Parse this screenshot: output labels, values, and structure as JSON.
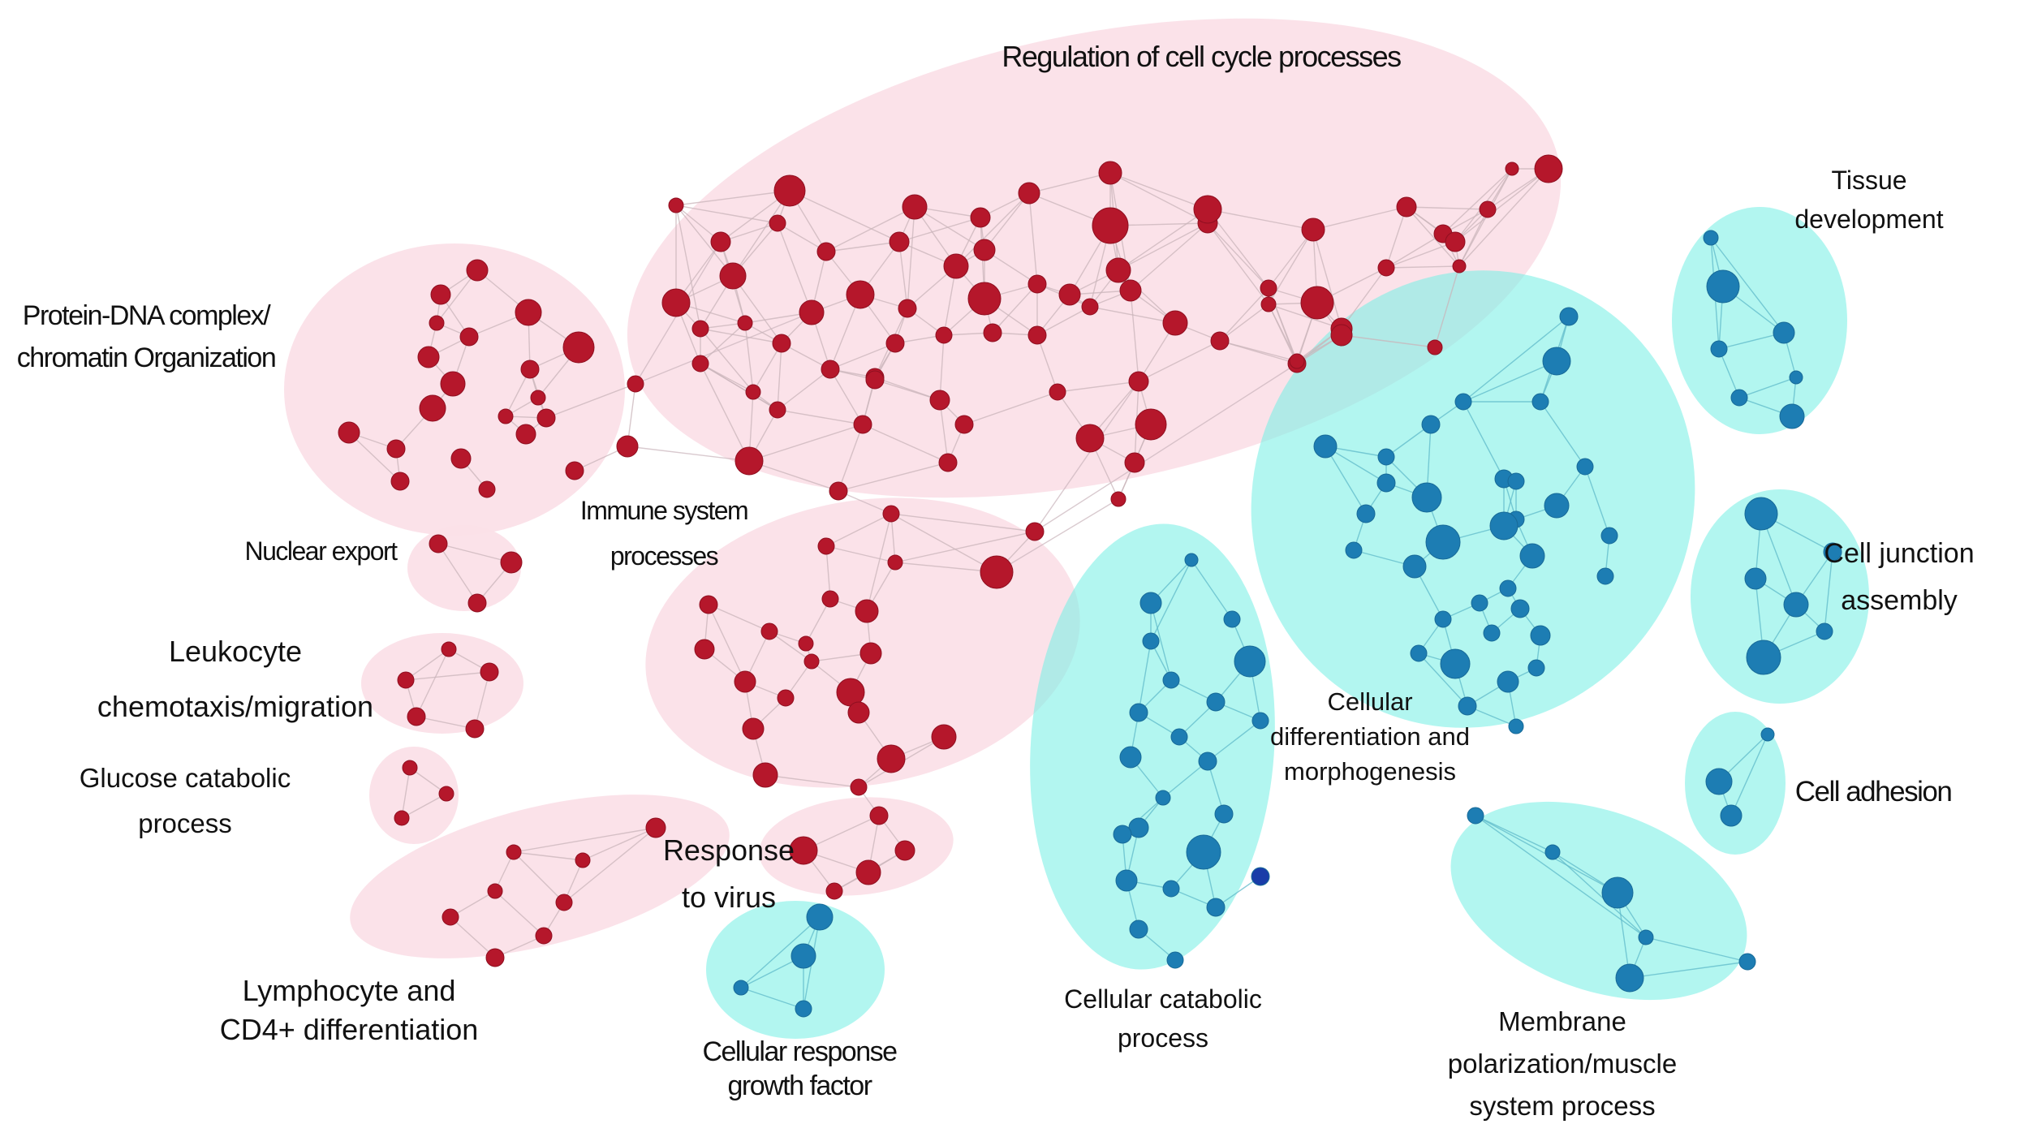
{
  "colors": {
    "pink_cluster_fill": "#fbe0e8",
    "cyan_cluster_fill": "#7ff0e6",
    "red_node": "#b5172b",
    "blue_node": "#1d7db3",
    "dark_blue_node": "#1a3ca8",
    "edge": "#c9b4ba"
  },
  "clusters": [
    {
      "id": "cell-cycle",
      "label_lines": [
        "Regulation of cell cycle processes"
      ],
      "group": "red"
    },
    {
      "id": "protein-dna",
      "label_lines": [
        "Protein-DNA complex/",
        "chromatin Organization"
      ],
      "group": "red"
    },
    {
      "id": "immune",
      "label_lines": [
        "Immune system",
        "processes"
      ],
      "group": "red"
    },
    {
      "id": "nuclear-export",
      "label_lines": [
        "Nuclear export"
      ],
      "group": "red"
    },
    {
      "id": "leukocyte",
      "label_lines": [
        "Leukocyte",
        "chemotaxis/migration"
      ],
      "group": "red"
    },
    {
      "id": "glucose",
      "label_lines": [
        "Glucose catabolic",
        "process"
      ],
      "group": "red"
    },
    {
      "id": "lymphocyte",
      "label_lines": [
        "Lymphocyte and",
        "CD4+ differentiation"
      ],
      "group": "red"
    },
    {
      "id": "virus",
      "label_lines": [
        "Response",
        "to virus"
      ],
      "group": "red"
    },
    {
      "id": "growth-factor",
      "label_lines": [
        "Cellular response",
        "growth factor"
      ],
      "group": "blue"
    },
    {
      "id": "catabolic",
      "label_lines": [
        "Cellular catabolic",
        "process"
      ],
      "group": "blue"
    },
    {
      "id": "differentiation",
      "label_lines": [
        "Cellular",
        "differentiation and",
        "morphogenesis"
      ],
      "group": "blue"
    },
    {
      "id": "tissue",
      "label_lines": [
        "Tissue",
        "development"
      ],
      "group": "blue"
    },
    {
      "id": "junction",
      "label_lines": [
        "Cell junction",
        "assembly"
      ],
      "group": "blue"
    },
    {
      "id": "adhesion",
      "label_lines": [
        "Cell adhesion"
      ],
      "group": "blue"
    },
    {
      "id": "membrane",
      "label_lines": [
        "Membrane",
        "polarization/muscle",
        "system process"
      ],
      "group": "blue"
    }
  ]
}
